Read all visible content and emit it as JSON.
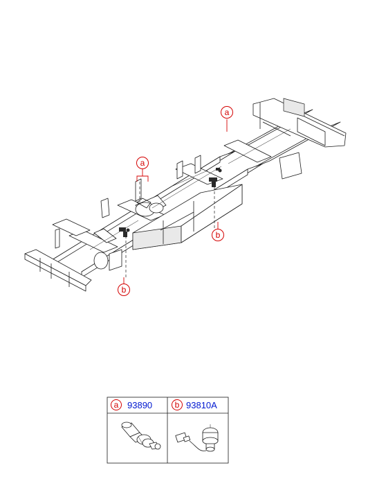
{
  "callouts": {
    "a": "a",
    "b": "b"
  },
  "parts_table": {
    "cells": [
      {
        "letter": "a",
        "part_number": "93890"
      },
      {
        "letter": "b",
        "part_number": "93810A"
      }
    ]
  },
  "colors": {
    "callout": "#d40000",
    "part_number": "#0018d0",
    "line": "#1a1a1a"
  }
}
